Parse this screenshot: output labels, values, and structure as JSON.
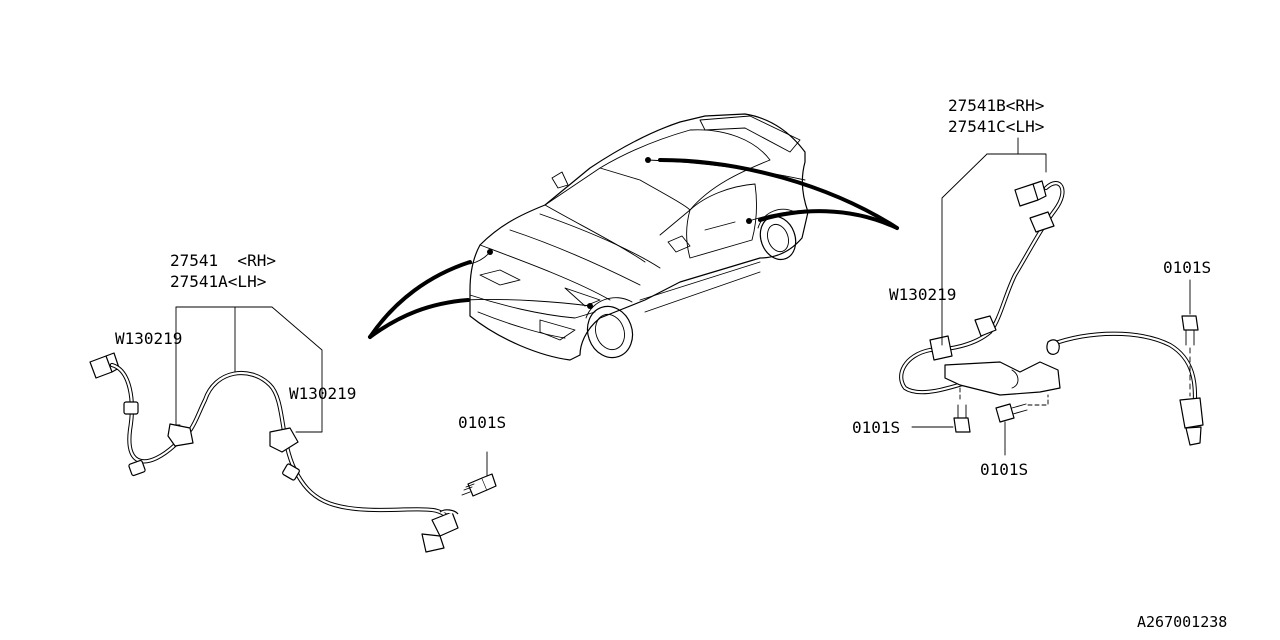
{
  "labels": {
    "front_sensor_rh": "27541  <RH>",
    "front_sensor_lh": "27541A<LH>",
    "rear_sensor_rh": "27541B<RH>",
    "rear_sensor_lh": "27541C<LH>",
    "clip_front_1": "W130219",
    "clip_front_2": "W130219",
    "clip_rear": "W130219",
    "bolt_front": "0101S",
    "bolt_rear_top": "0101S",
    "bolt_rear_left": "0101S",
    "bolt_rear_bottom": "0101S",
    "diagram_id": "A267001238"
  }
}
